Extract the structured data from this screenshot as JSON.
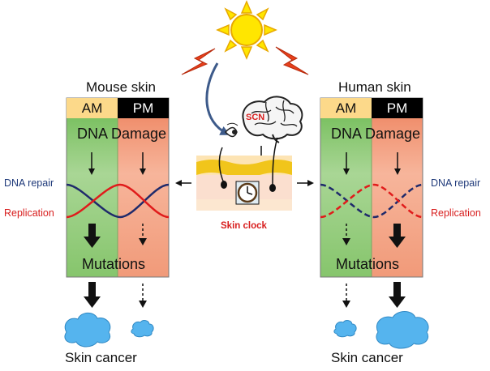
{
  "panels": {
    "mouse": {
      "title": "Mouse skin",
      "am": "AM",
      "pm": "PM",
      "dna_damage": "DNA Damage",
      "mutations": "Mutations",
      "cancer": "Skin cancer"
    },
    "human": {
      "title": "Human skin",
      "am": "AM",
      "pm": "PM",
      "dna_damage": "DNA Damage",
      "mutations": "Mutations",
      "cancer": "Skin cancer"
    }
  },
  "labels": {
    "dna_repair": "DNA repair",
    "replication": "Replication",
    "scn": "SCN",
    "skin_clock": "Skin clock"
  },
  "colors": {
    "am_header": "#fcd98a",
    "pm_header": "#000000",
    "am_column": "#9ed08a",
    "pm_column": "#f4a487",
    "repair_curve": "#1f2a6b",
    "replication_curve": "#e01b1b",
    "sun": "#ffe600",
    "lightning": "#e8401c",
    "cloud": "#55b4ee"
  },
  "icons": [
    "sun-icon",
    "lightning-icon",
    "eye-icon",
    "brain-icon",
    "clock-icon",
    "cloud-icon"
  ]
}
